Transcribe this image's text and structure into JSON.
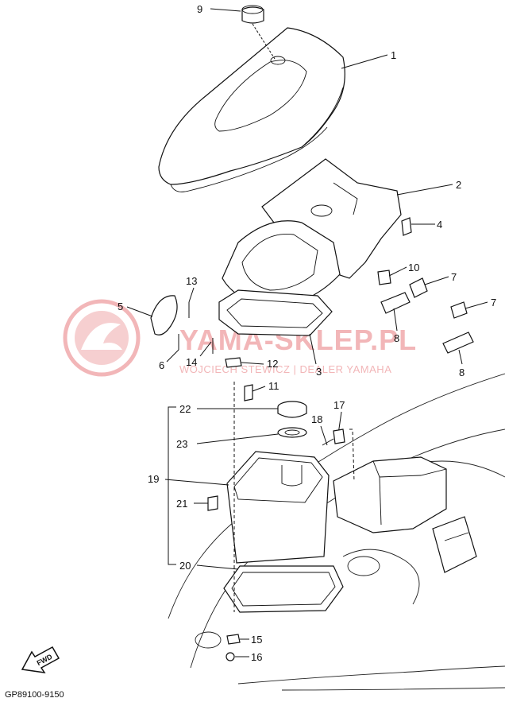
{
  "diagram_code": "GP89100-9150",
  "direction_label": "FWD",
  "watermark": {
    "main": "YAMA-SKLEP.PL",
    "sub": "WOJCIECH STEWICZ | DEALER YAMAHA"
  },
  "callouts": {
    "c1": "1",
    "c2": "2",
    "c3": "3",
    "c4": "4",
    "c5": "5",
    "c6": "6",
    "c7a": "7",
    "c7b": "7",
    "c8a": "8",
    "c8b": "8",
    "c9": "9",
    "c10": "10",
    "c11": "11",
    "c12": "12",
    "c13": "13",
    "c14": "14",
    "c15": "15",
    "c16": "16",
    "c17": "17",
    "c18": "18",
    "c19": "19",
    "c20": "20",
    "c21": "21",
    "c22": "22",
    "c23": "23"
  },
  "colors": {
    "line": "#111111",
    "watermark": "#f2b6b8"
  }
}
